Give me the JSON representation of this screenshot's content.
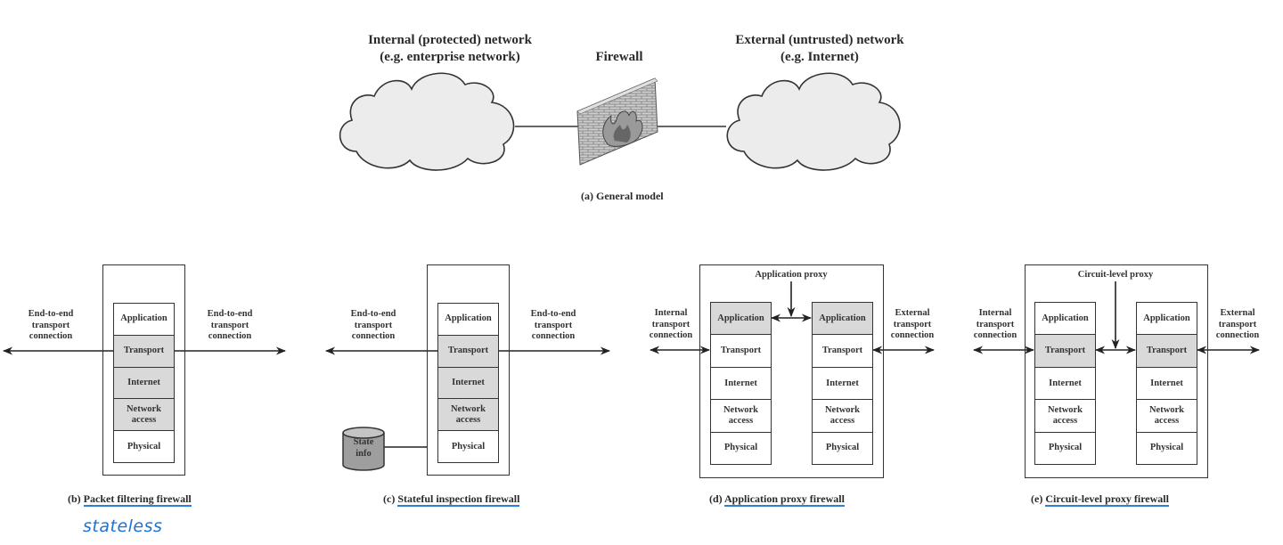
{
  "general_model": {
    "internal_label_line1": "Internal (protected) network",
    "internal_label_line2": "(e.g. enterprise network)",
    "firewall_label": "Firewall",
    "external_label_line1": "External (untrusted) network",
    "external_label_line2": "(e.g. Internet)",
    "caption": "(a) General model"
  },
  "layer_names": [
    "Application",
    "Transport",
    "Internet",
    "Network access",
    "Physical"
  ],
  "panels": [
    {
      "id": "b",
      "caption_prefix": "(b)",
      "caption_title": "Packet filtering firewall",
      "left_label": [
        "End-to-end",
        "transport",
        "connection"
      ],
      "right_label": [
        "End-to-end",
        "transport",
        "connection"
      ],
      "shaded_layers": [
        "Transport",
        "Internet",
        "Network access"
      ],
      "annotation": "stateless"
    },
    {
      "id": "c",
      "caption_prefix": "(c)",
      "caption_title": "Stateful inspection firewall",
      "left_label": [
        "End-to-end",
        "transport",
        "connection"
      ],
      "right_label": [
        "End-to-end",
        "transport",
        "connection"
      ],
      "shaded_layers": [
        "Transport",
        "Internet",
        "Network access"
      ],
      "state_store_label": [
        "State",
        "info"
      ]
    },
    {
      "id": "d",
      "caption_prefix": "(d)",
      "caption_title": "Application proxy firewall",
      "proxy_label": "Application proxy",
      "left_label": [
        "Internal",
        "transport",
        "connection"
      ],
      "right_label": [
        "External",
        "transport",
        "connection"
      ],
      "shaded_layers": [
        "Application"
      ]
    },
    {
      "id": "e",
      "caption_prefix": "(e)",
      "caption_title": "Circuit-level proxy firewall",
      "proxy_label": "Circuit-level proxy",
      "left_label": [
        "Internal",
        "transport",
        "connection"
      ],
      "right_label": [
        "External",
        "transport",
        "connection"
      ],
      "shaded_layers": [
        "Transport"
      ]
    }
  ],
  "colors": {
    "shade": "#d9d9d9",
    "cloud_fill": "#ececec",
    "annotation_blue": "#2f7fd6"
  }
}
